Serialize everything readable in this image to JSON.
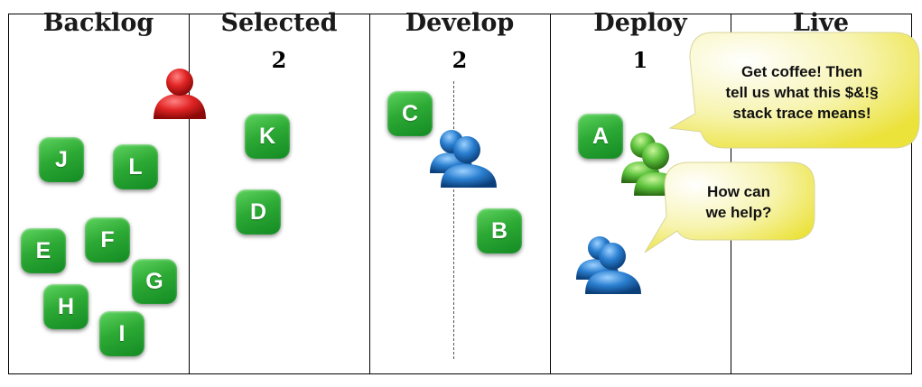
{
  "columns": [
    {
      "title": "Backlog",
      "wip": ""
    },
    {
      "title": "Selected",
      "wip": "2"
    },
    {
      "title": "Develop",
      "wip": "2"
    },
    {
      "title": "Deploy",
      "wip": "1"
    },
    {
      "title": "Live",
      "wip": ""
    }
  ],
  "cards": [
    "J",
    "L",
    "E",
    "F",
    "G",
    "H",
    "I",
    "K",
    "D",
    "C",
    "B",
    "A"
  ],
  "bubbles": {
    "coffee": [
      "Get coffee! Then",
      "tell us what this $&!§",
      "stack trace means!"
    ],
    "help": [
      "How can",
      "we help?"
    ]
  },
  "colors": {
    "card": "#2daa35",
    "person_red": "#d42020",
    "person_blue": "#2a7fd0",
    "person_green": "#5cc23c",
    "bubble": "#f3ef6a"
  }
}
